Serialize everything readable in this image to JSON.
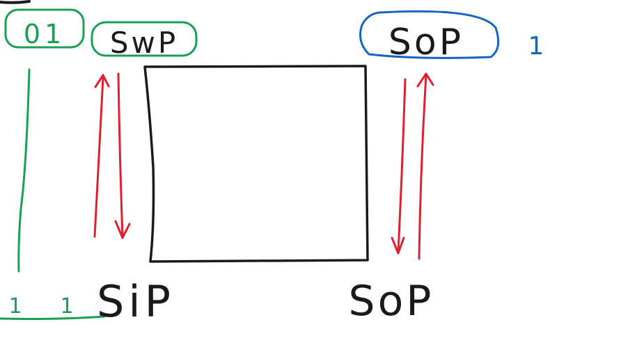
{
  "diagram": {
    "colors": {
      "ink": "#1a1a1a",
      "green": "#1aa052",
      "blue": "#1565c0",
      "red": "#e02030"
    },
    "labels": {
      "top_left_green": "01",
      "top_left_mid": "SwP",
      "top_right": "SoP",
      "top_right_count": "1",
      "bottom_left": "SiP",
      "bottom_right": "SoP",
      "bottom_left_green_1": "1",
      "bottom_left_green_2": "1"
    }
  }
}
